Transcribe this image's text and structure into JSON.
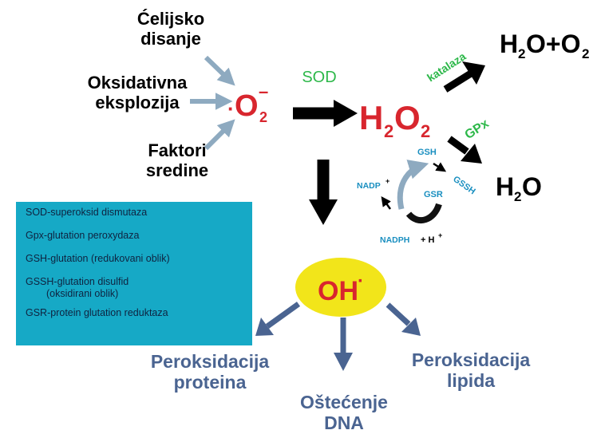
{
  "sources": {
    "respiration": [
      "Ćelijsko",
      "disanje"
    ],
    "oxidative_burst": [
      "Oksidativna",
      "eksplozija"
    ],
    "environment": [
      "Faktori",
      "sredine"
    ]
  },
  "superoxide": {
    "dot": "·",
    "base": "O",
    "sub": "2",
    "sup": "–"
  },
  "sod_label": "SOD",
  "peroxide": {
    "b1": "H",
    "s1": "2",
    "b2": "O",
    "s2": "2"
  },
  "catalase_label": "katalaza",
  "gpx_label": "GPx",
  "product_water_oxygen": {
    "b1": "H",
    "s1": "2",
    "b2": "O+O",
    "s2": "2"
  },
  "product_water": {
    "b1": "H",
    "s1": "2",
    "b2": "O"
  },
  "cycle": {
    "gsh": "GSH",
    "gssh": "GSSH",
    "gsr": "GSR",
    "nadp": "NADP",
    "nadp_sup": "+",
    "nadph": "NADPH",
    "hplus": "+ H",
    "hplus_sup": "+"
  },
  "hydroxyl": {
    "text": "OH",
    "dot": "·"
  },
  "legend": [
    {
      "line1": "SOD-superoksid dismutaza"
    },
    {
      "line1": "Gpx-glutation peroxydaza"
    },
    {
      "line1": "GSH-glutation (redukovani oblik)"
    },
    {
      "line1": "GSSH-glutation disulfid",
      "line2": "(oksidirani oblik)"
    },
    {
      "line1": "GSR-protein glutation reduktaza"
    }
  ],
  "outcomes": {
    "proteins": [
      "Peroksidacija",
      "proteina"
    ],
    "dna": [
      "Oštećenje",
      "DNA"
    ],
    "lipids": [
      "Peroksidacija",
      "lipida"
    ]
  },
  "colors": {
    "red": "#d8262e",
    "green": "#2db84a",
    "steel": "#8eaac0",
    "outcome_blue": "#4a6491",
    "cycle_cyan": "#1a8fc0",
    "yellow": "#f2e51a",
    "legend_bg": "#16a9c6"
  }
}
